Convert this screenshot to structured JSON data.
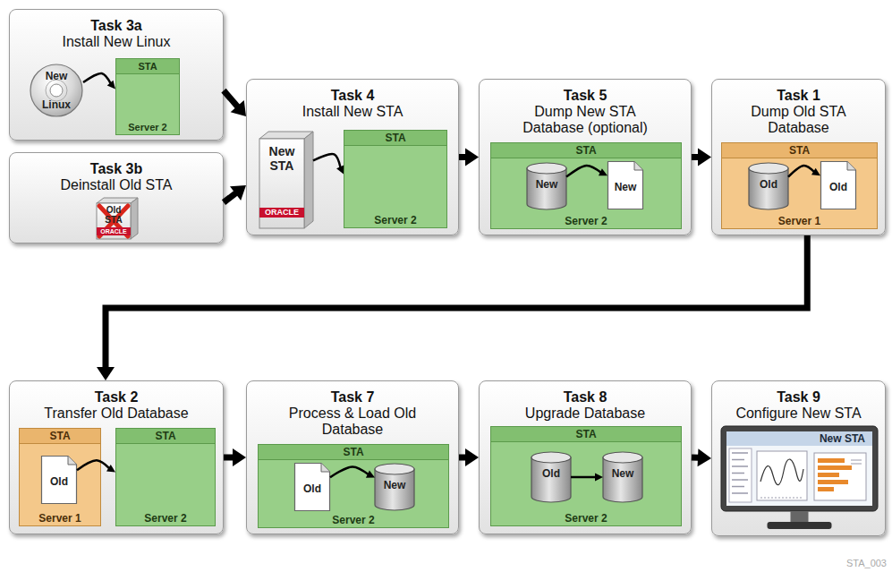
{
  "diagram": {
    "nodes": [
      {
        "text": [
          "Task 3a",
          "Install New Linux"
        ]
      },
      {
        "text": [
          "New",
          "Linux"
        ],
        "in": 0
      },
      {
        "text": [
          "STA",
          "Server 2"
        ],
        "in": 0
      },
      {
        "text": [
          "Task 3b",
          "Deinstall Old STA"
        ]
      },
      {
        "text": [
          "Old STA",
          "ORACLE"
        ],
        "in": 3
      },
      {
        "text": [
          "Task 4",
          "Install New STA"
        ]
      },
      {
        "text": [
          "New STA",
          "ORACLE"
        ],
        "in": 5
      },
      {
        "text": [
          "STA",
          "Server 2"
        ],
        "in": 5
      },
      {
        "text": [
          "Task 5",
          "Dump New STA Database (optional)"
        ]
      },
      {
        "text": [
          "STA",
          "Server 2"
        ],
        "in": 8
      },
      {
        "text": [
          "New"
        ],
        "in": 9
      },
      {
        "text": [
          "New"
        ],
        "in": 9
      },
      {
        "text": [
          "Task 1",
          "Dump Old STA Database"
        ]
      },
      {
        "text": [
          "STA",
          "Server 1"
        ],
        "in": 12
      },
      {
        "text": [
          "Old"
        ],
        "in": 13
      },
      {
        "text": [
          "Old"
        ],
        "in": 13
      },
      {
        "text": [
          "Task 2",
          "Transfer Old Database"
        ]
      },
      {
        "text": [
          "STA",
          "Server 1"
        ],
        "in": 16
      },
      {
        "text": [
          "Old"
        ],
        "in": 17
      },
      {
        "text": [
          "STA",
          "Server 2"
        ],
        "in": 16
      },
      {
        "text": [
          "Task 7",
          "Process & Load Old Database"
        ]
      },
      {
        "text": [
          "STA",
          "Server 2"
        ],
        "in": 20
      },
      {
        "text": [
          "Old"
        ],
        "in": 21
      },
      {
        "text": [
          "New"
        ],
        "in": 21
      },
      {
        "text": [
          "Task 8",
          "Upgrade Database"
        ]
      },
      {
        "text": [
          "STA",
          "Server 2"
        ],
        "in": 24
      },
      {
        "text": [
          "Old"
        ],
        "in": 25
      },
      {
        "text": [
          "New"
        ],
        "in": 25
      },
      {
        "text": [
          "Task 9",
          "Configure New STA"
        ]
      },
      {
        "text": [
          "New STA"
        ],
        "in": 28
      }
    ],
    "edges": [
      {
        "from": 0,
        "to": 5,
        "arrow": "to"
      },
      {
        "from": 3,
        "to": 5,
        "arrow": "to"
      },
      {
        "from": 5,
        "to": 8,
        "arrow": "to"
      },
      {
        "from": 8,
        "to": 12,
        "arrow": "to"
      },
      {
        "from": 12,
        "to": 16,
        "arrow": "to"
      },
      {
        "from": 16,
        "to": 20,
        "arrow": "to"
      },
      {
        "from": 20,
        "to": 24,
        "arrow": "to"
      },
      {
        "from": 24,
        "to": 28,
        "arrow": "to"
      },
      {
        "from": 1,
        "to": 2,
        "arrow": "to"
      },
      {
        "from": 6,
        "to": 7,
        "arrow": "to"
      },
      {
        "from": 10,
        "to": 11,
        "arrow": "to"
      },
      {
        "from": 14,
        "to": 15,
        "arrow": "to"
      },
      {
        "from": 18,
        "to": 19,
        "arrow": "to"
      },
      {
        "from": 22,
        "to": 23,
        "arrow": "to"
      },
      {
        "from": 26,
        "to": 27,
        "arrow": "to"
      }
    ],
    "labels": [
      "STA_003"
    ]
  }
}
